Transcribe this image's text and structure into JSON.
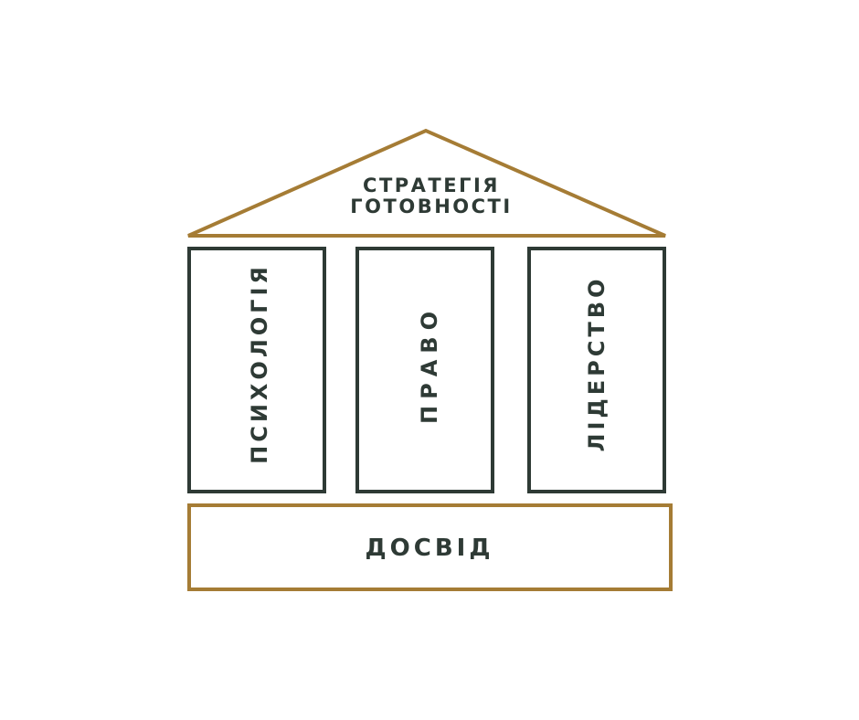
{
  "roof": {
    "line1": "СТРАТЕГІЯ",
    "line2": "ГОТОВНОСТІ"
  },
  "pillars": [
    {
      "label": "ПСИХОЛОГІЯ"
    },
    {
      "label": "ПРАВО"
    },
    {
      "label": "ЛІДЕРСТВО"
    }
  ],
  "foundation": {
    "label": "ДОСВІД"
  },
  "colors": {
    "gold": "#a57c35",
    "dark": "#2e3a35"
  }
}
